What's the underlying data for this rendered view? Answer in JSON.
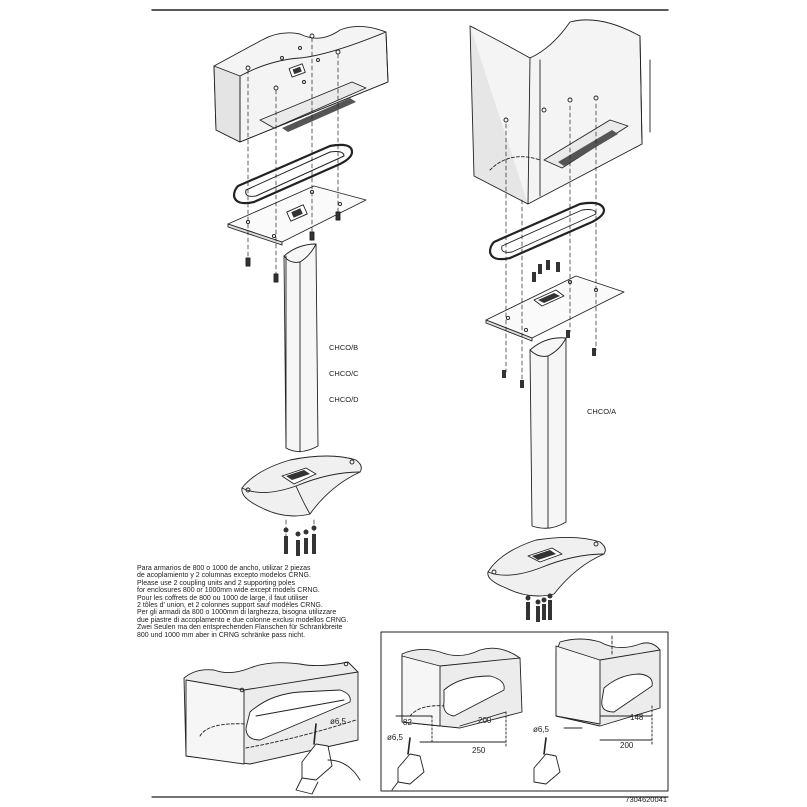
{
  "labels": {
    "model_left": [
      "CHCO/B",
      "CHCO/C",
      "CHCO/D"
    ],
    "model_right": "CHCO/A"
  },
  "instructions": [
    "Para armarios de 800 o 1000 de ancho, utilizar 2 piezas",
    "de acoplamiento y 2 columnas excepto modelos CRNG.",
    "Please use 2 coupling units and 2 supporting poles",
    "for enclosures 800 or 1000mm wide except models CRNG.",
    "Pour les coffrets de 800 ou 1000 de large, il faut utiliser",
    "2 tôles d' union, et 2 colonnes support sauf modèles CRNG.",
    "Per gli armadi da 800 o 1000mm di larghezza, bisogna utilizzare",
    "due piastre di accoplamento e due colonne exclusi modellos CRNG.",
    "Zwei Seulen ma den entsprechenden Flanschen für Schrankbreite",
    "800 und 1000 mm aber in CRNG schränke pass nicht."
  ],
  "dimensions": {
    "drill_left": "ø6,5",
    "mid_82": "82",
    "mid_200": "200",
    "mid_drill": "ø6,5",
    "mid_250": "250",
    "right_drill": "ø6,5",
    "right_148": "148",
    "right_200": "200"
  },
  "document_number": "7304620041"
}
